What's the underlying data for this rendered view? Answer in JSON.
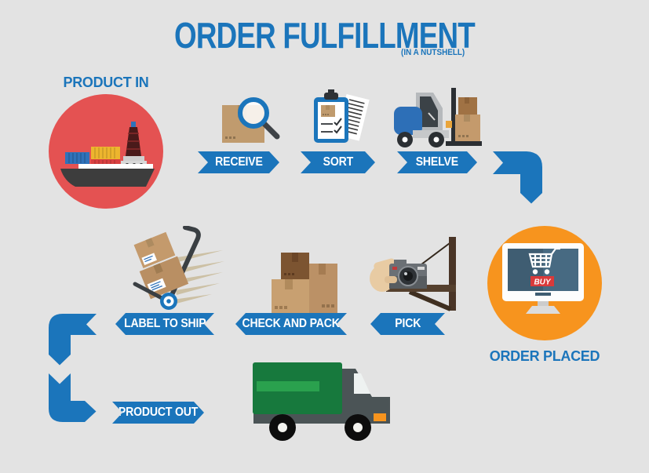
{
  "header": {
    "title": "ORDER FULFILLMENT",
    "subtitle": "(IN A NUTSHELL)"
  },
  "palette": {
    "accent_blue": "#1b75bb",
    "product_in_red": "#e45252",
    "order_placed_orange": "#f7941e",
    "truck_green": "#17793d",
    "background_gray": "#e3e3e3"
  },
  "flow": {
    "product_in": {
      "label": "PRODUCT IN",
      "icon": "cargo-ship-icon"
    },
    "inbound_steps": [
      {
        "label": "RECEIVE",
        "icon": "box-magnifier-icon"
      },
      {
        "label": "SORT",
        "icon": "clipboard-checklist-icon"
      },
      {
        "label": "SHELVE",
        "icon": "forklift-icon"
      }
    ],
    "order_placed": {
      "label": "ORDER PLACED",
      "icon": "monitor-cart-icon",
      "buy_button_label": "BUY"
    },
    "outbound_steps": [
      {
        "label": "PICK",
        "icon": "hand-scanner-icon"
      },
      {
        "label": "CHECK AND PACK",
        "icon": "stacked-boxes-icon"
      },
      {
        "label": "LABEL TO SHIP",
        "icon": "hand-truck-icon"
      }
    ],
    "product_out": {
      "label": "PRODUCT OUT",
      "icon": "delivery-truck-icon"
    }
  }
}
